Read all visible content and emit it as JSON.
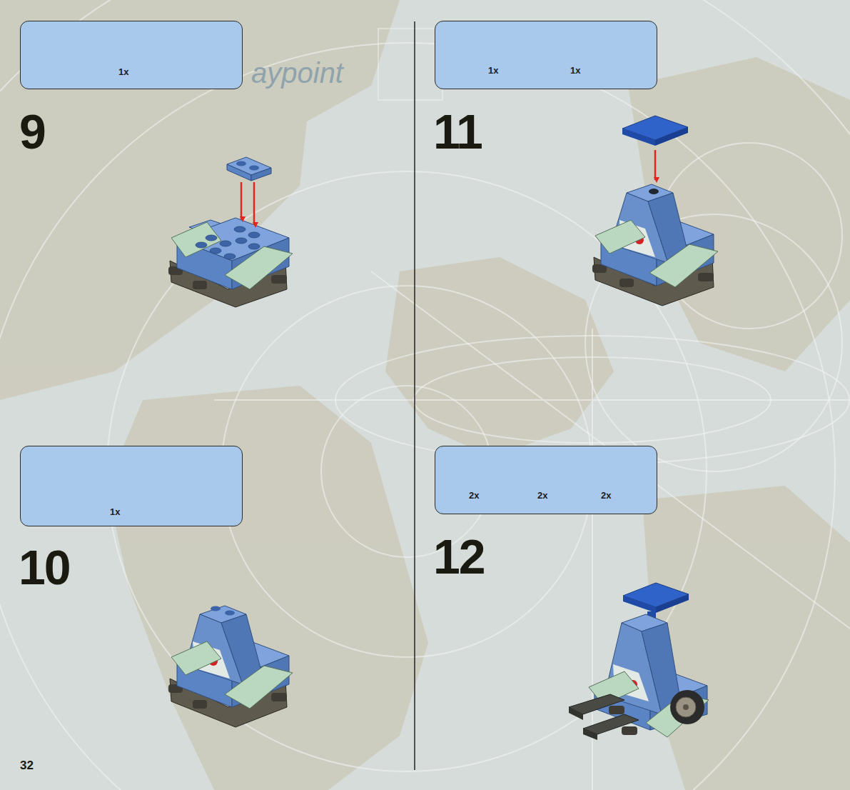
{
  "diagram": {
    "nodes": [
      {
        "text": [
          "1x"
        ]
      },
      {
        "text": [
          "1x"
        ]
      },
      {
        "text": [
          "1x",
          "1x"
        ]
      },
      {
        "text": [
          "2x",
          "2x",
          "2x"
        ]
      }
    ],
    "labels": [
      "aypoint",
      "9",
      "10",
      "11",
      "12",
      "32"
    ]
  }
}
